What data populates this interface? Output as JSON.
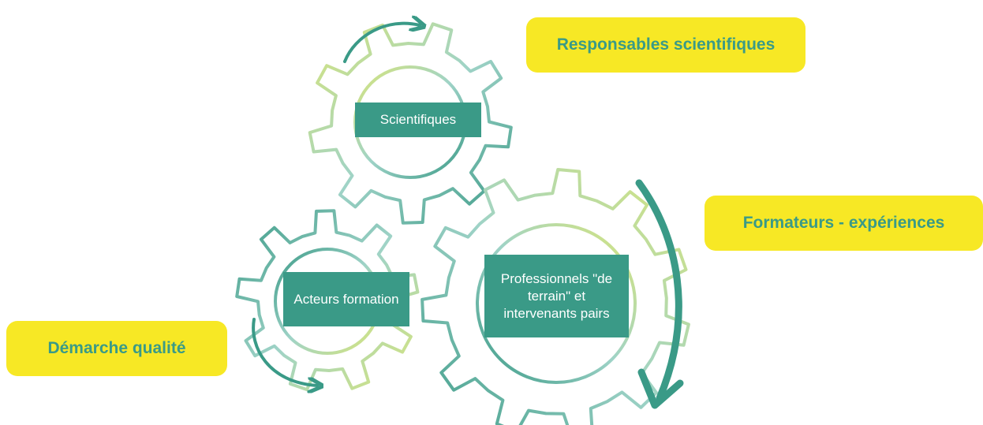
{
  "colors": {
    "teal": "#3a9a87",
    "light_teal": "#9fd3c7",
    "lime": "#d9e57a",
    "yellow": "#f7e825"
  },
  "gears": {
    "scientifiques": {
      "label": "Scientifiques"
    },
    "acteurs": {
      "label": "Acteurs formation"
    },
    "professionnels": {
      "label": "Professionnels \"de terrain\" et intervenants pairs"
    }
  },
  "notes": {
    "responsables": "Responsables scientifiques",
    "formateurs": "Formateurs - expériences",
    "demarche": "Démarche qualité"
  },
  "icons": [
    "curved-arrow-icon",
    "curved-arrow-icon",
    "curved-arrow-icon"
  ]
}
